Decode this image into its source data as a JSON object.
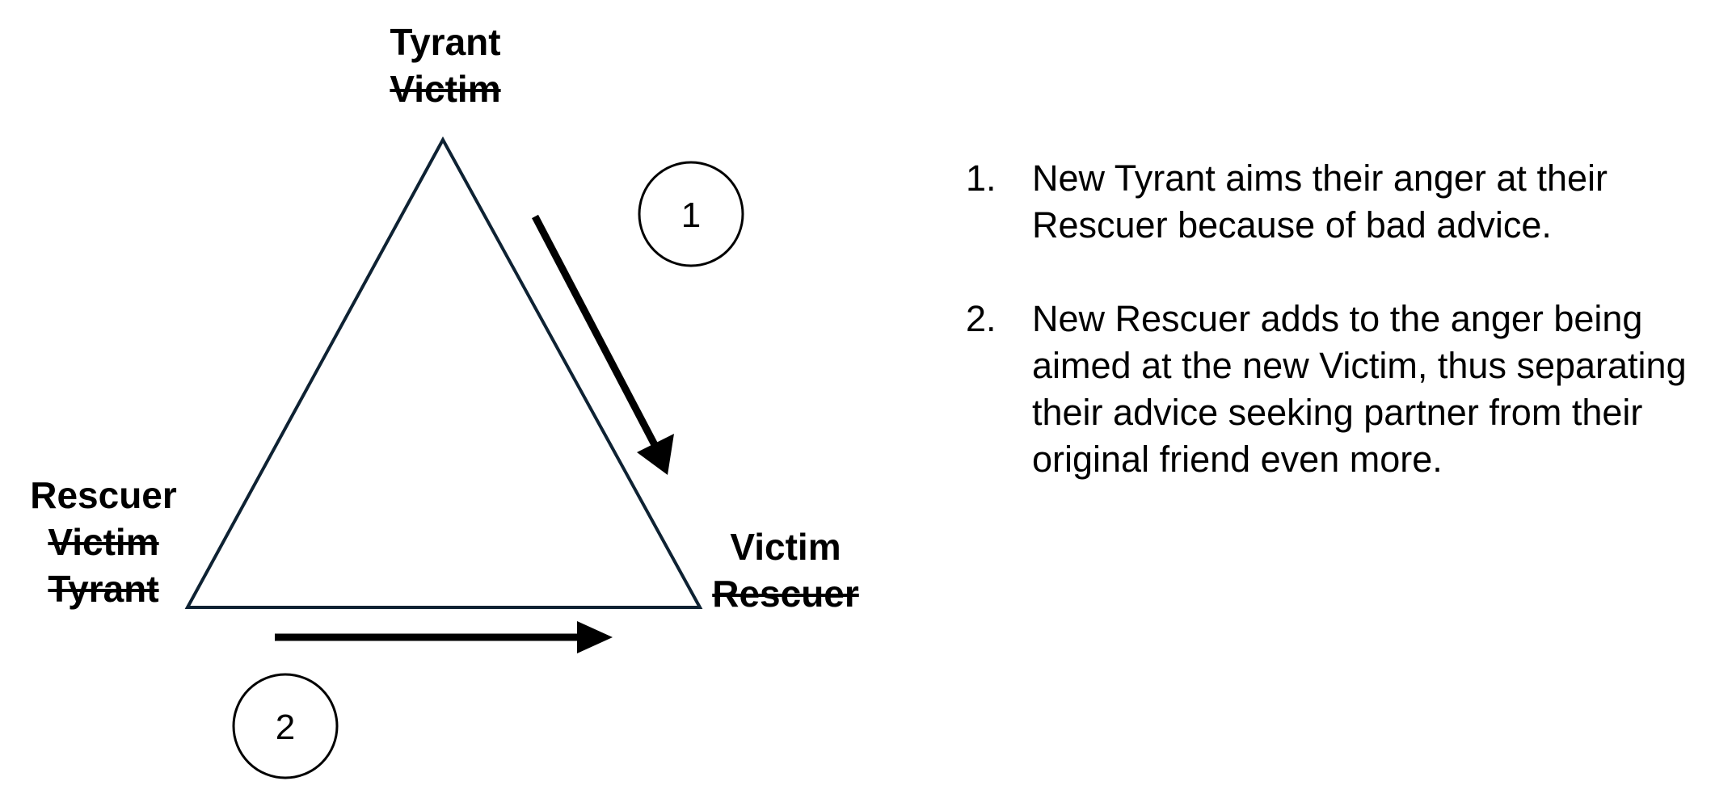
{
  "nodes": {
    "top": {
      "role": "Tyrant",
      "struck": [
        "Victim"
      ]
    },
    "left": {
      "role": "Rescuer",
      "struck": [
        "Victim",
        "Tyrant"
      ]
    },
    "right": {
      "role": "Victim",
      "struck": [
        "Rescuer"
      ]
    }
  },
  "markers": {
    "one": "1",
    "two": "2"
  },
  "steps": [
    {
      "number": "1.",
      "text": "New Tyrant aims their anger at their Rescuer because of bad advice."
    },
    {
      "number": "2.",
      "text": "New Rescuer adds to the anger being aimed at the new Victim, thus separating their advice seeking partner from their original friend even more."
    }
  ],
  "colors": {
    "triangle_stroke": "#0e2233",
    "ink": "#000000"
  }
}
